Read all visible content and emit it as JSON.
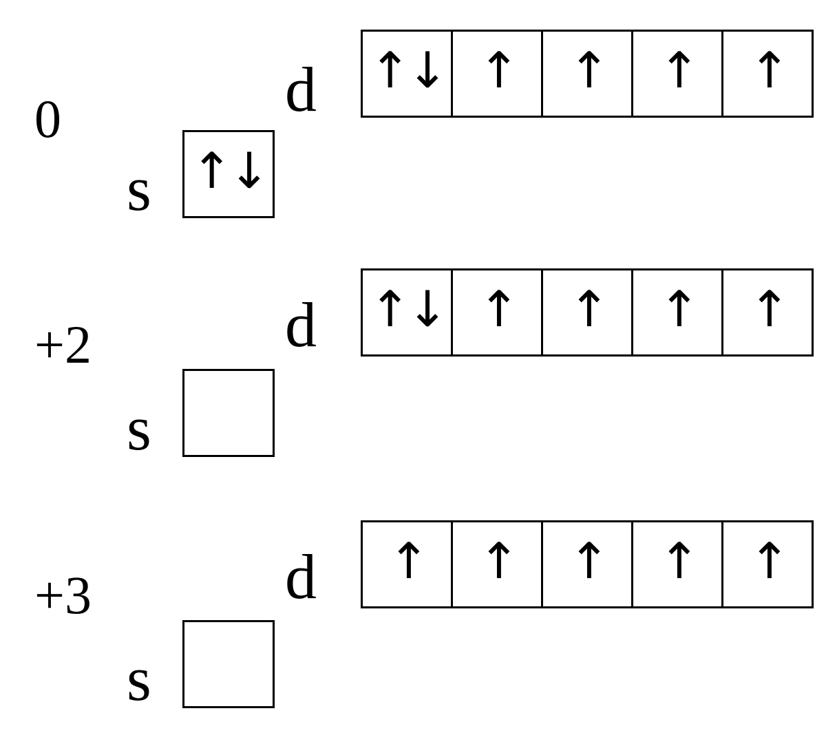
{
  "rows": [
    {
      "charge": "0",
      "d_label": "d",
      "s_label": "s",
      "d_orbitals": [
        "↑↓",
        "↑",
        "↑",
        "↑",
        "↑"
      ],
      "s_orbital": "↑↓"
    },
    {
      "charge": "+2",
      "d_label": "d",
      "s_label": "s",
      "d_orbitals": [
        "↑↓",
        "↑",
        "↑",
        "↑",
        "↑"
      ],
      "s_orbital": ""
    },
    {
      "charge": "+3",
      "d_label": "d",
      "s_label": "s",
      "d_orbitals": [
        "↑",
        "↑",
        "↑",
        "↑",
        "↑"
      ],
      "s_orbital": ""
    }
  ]
}
